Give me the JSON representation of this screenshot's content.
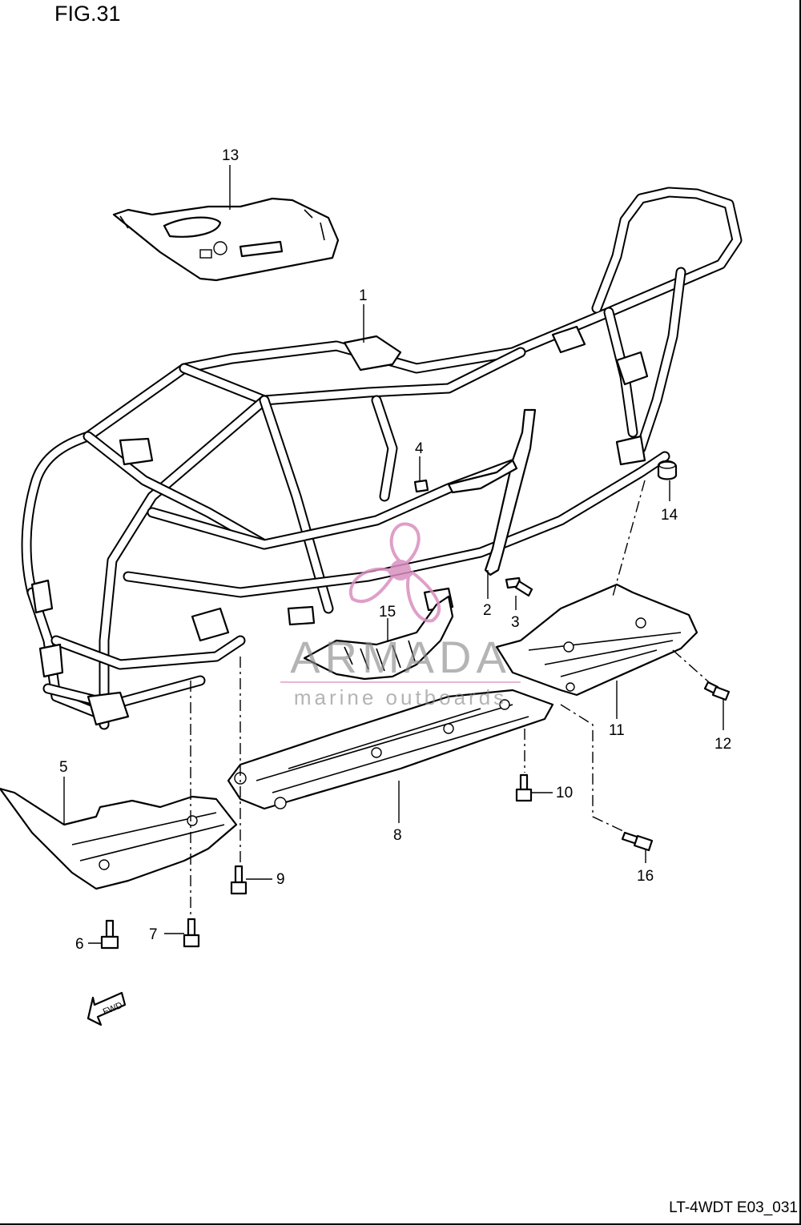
{
  "figure": {
    "title": "FIG.31",
    "code": "LT-4WDT E03_031"
  },
  "watermark": {
    "brand": "ARMADA",
    "tagline": "marine outboards",
    "color": "#d98fbf"
  },
  "fwd_label": "FWD",
  "callouts": [
    {
      "id": "callout-1",
      "label": "1"
    },
    {
      "id": "callout-2",
      "label": "2"
    },
    {
      "id": "callout-3",
      "label": "3"
    },
    {
      "id": "callout-4",
      "label": "4"
    },
    {
      "id": "callout-5",
      "label": "5"
    },
    {
      "id": "callout-6",
      "label": "6"
    },
    {
      "id": "callout-7",
      "label": "7"
    },
    {
      "id": "callout-8",
      "label": "8"
    },
    {
      "id": "callout-9",
      "label": "9"
    },
    {
      "id": "callout-10",
      "label": "10"
    },
    {
      "id": "callout-11",
      "label": "11"
    },
    {
      "id": "callout-12",
      "label": "12"
    },
    {
      "id": "callout-13",
      "label": "13"
    },
    {
      "id": "callout-14",
      "label": "14"
    },
    {
      "id": "callout-15",
      "label": "15"
    },
    {
      "id": "callout-16",
      "label": "16"
    }
  ]
}
